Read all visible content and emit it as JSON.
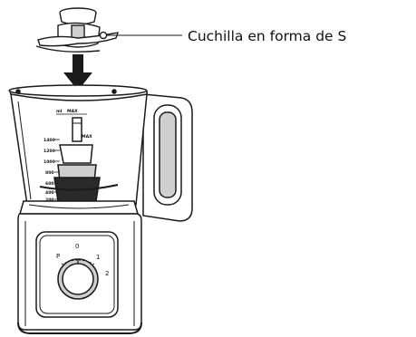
{
  "callout": {
    "label": "Cuchilla en forma de S"
  },
  "jar_scale": {
    "marks": [
      "1400",
      "1200",
      "1000",
      "800",
      "600",
      "400",
      "200"
    ],
    "top_marks": [
      "ml",
      "MAX",
      "MAX"
    ]
  },
  "knob": {
    "labels": [
      "P",
      "0",
      "1",
      "2"
    ]
  },
  "colors": {
    "line": "#1a1a1a",
    "fill": "#ffffff",
    "shade": "#cfcfcf",
    "dark": "#2a2a2a"
  }
}
